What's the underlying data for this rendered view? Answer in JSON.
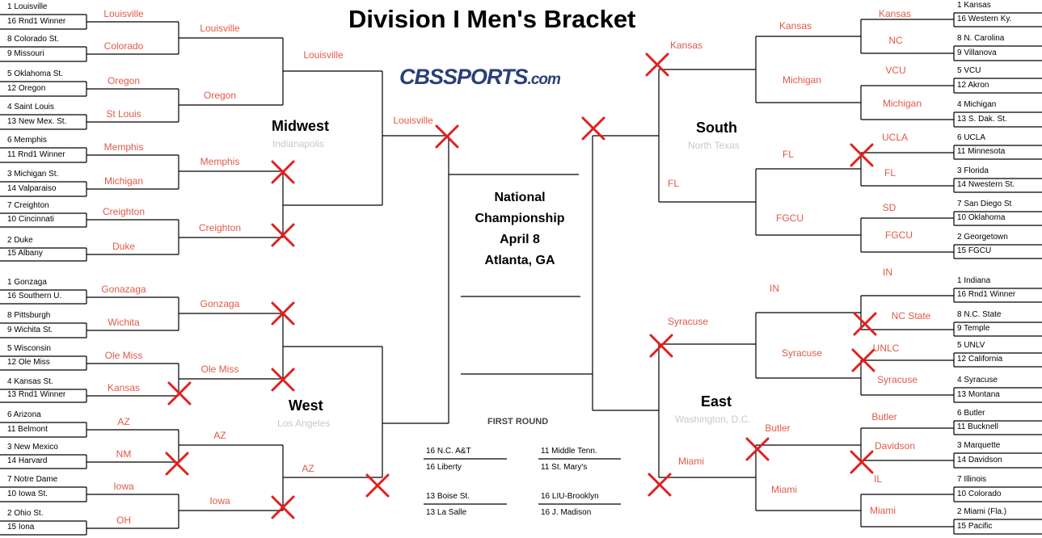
{
  "title": "Division I Men's Bracket",
  "logo": {
    "main": "CBSSPORTS",
    "suffix": ".com"
  },
  "championship": {
    "line1": "National",
    "line2": "Championship",
    "line3": "April 8",
    "line4": "Atlanta, GA"
  },
  "regions": {
    "midwest": {
      "name": "Midwest",
      "site": "Indianapolis"
    },
    "west": {
      "name": "West",
      "site": "Los Angeles"
    },
    "south": {
      "name": "South",
      "site": "North Texas"
    },
    "east": {
      "name": "East",
      "site": "Washington, D.C."
    }
  },
  "seeds": {
    "midwest": [
      "1  Louisville",
      "16 Rnd1 Winner",
      "8  Colorado St.",
      "9  Missouri",
      "5  Oklahoma St.",
      "12 Oregon",
      "4  Saint Louis",
      "13 New Mex. St.",
      "6  Memphis",
      "11 Rnd1 Winner",
      "3  Michigan St.",
      "14 Valparaiso",
      "7  Creighton",
      "10 Cincinnati",
      "2  Duke",
      "15 Albany"
    ],
    "west": [
      "1  Gonzaga",
      "16 Southern U.",
      "8  Pittsburgh",
      "9  Wichita St.",
      "5  Wisconsin",
      "12 Ole Miss",
      "4  Kansas St.",
      "13 Rnd1 Winner",
      "6  Arizona",
      "11 Belmont",
      "3  New Mexico",
      "14 Harvard",
      "7  Notre Dame",
      "10 Iowa St.",
      "2  Ohio St.",
      "15 Iona"
    ],
    "south": [
      "1  Kansas",
      "16 Western Ky.",
      "8  N. Carolina",
      "9  Villanova",
      "5  VCU",
      "12 Akron",
      "4  Michigan",
      "13 S. Dak. St.",
      "6  UCLA",
      "11 Minnesota",
      "3  Florida",
      "14 Nwestern St.",
      "7  San Diego St",
      "10 Oklahoma",
      "2  Georgetown",
      "15 FGCU"
    ],
    "east": [
      "1  Indiana",
      "16 Rnd1 Winner",
      "8  N.C. State",
      "9  Temple",
      "5  UNLV",
      "12 California",
      "4  Syracuse",
      "13 Montana",
      "6  Butler",
      "11 Bucknell",
      "3  Marquette",
      "14 Davidson",
      "7  Illinois",
      "10 Colorado",
      "2  Miami (Fla.)",
      "15 Pacific"
    ]
  },
  "picks": {
    "midwest": {
      "r1": [
        "Louisville",
        "Colorado",
        "Oregon",
        "St Louis",
        "Memphis",
        "Michigan",
        "Creighton",
        "Duke"
      ],
      "r2": [
        "Louisville",
        "Oregon",
        "Memphis",
        "Creighton"
      ],
      "r3": [
        "Louisville"
      ],
      "r4": "Louisville"
    },
    "west": {
      "r1": [
        "Gonazaga",
        "Wichita",
        "Ole Miss",
        "Kansas",
        "AZ",
        "NM",
        "Iowa",
        "OH"
      ],
      "r2": [
        "Gonzaga",
        "Ole Miss",
        "AZ",
        "Iowa"
      ],
      "r3": [
        "AZ"
      ]
    },
    "south": {
      "r1": [
        "Kansas",
        "NC",
        "VCU",
        "Michigan",
        "UCLA",
        "FL",
        "SD",
        "FGCU"
      ],
      "r2": [
        "Kansas",
        "Michigan",
        "FL",
        "FGCU"
      ],
      "r3": [
        "Kansas",
        "FL"
      ]
    },
    "east": {
      "r1": [
        "IN",
        "NC State",
        "UNLC",
        "Syracuse",
        "Butler",
        "Davidson",
        "IL",
        "Miami"
      ],
      "r2": [
        "IN",
        "Syracuse",
        "Butler",
        "Miami"
      ],
      "r3": [
        "Syracuse",
        "Miami"
      ]
    }
  },
  "first_round": {
    "heading": "FIRST ROUND",
    "games": [
      [
        "16 N.C. A&T",
        "16 Liberty"
      ],
      [
        "11 Middle Tenn.",
        "11 St. Mary's"
      ],
      [
        "13 Boise St.",
        "13 La Salle"
      ],
      [
        "16 LIU-Brooklyn",
        "16 J. Madison"
      ]
    ]
  },
  "colors": {
    "pick": "#e05a47",
    "cross": "#e02020",
    "line": "#000000",
    "site": "#c8c8c8",
    "logo": "#2a3f7a"
  }
}
